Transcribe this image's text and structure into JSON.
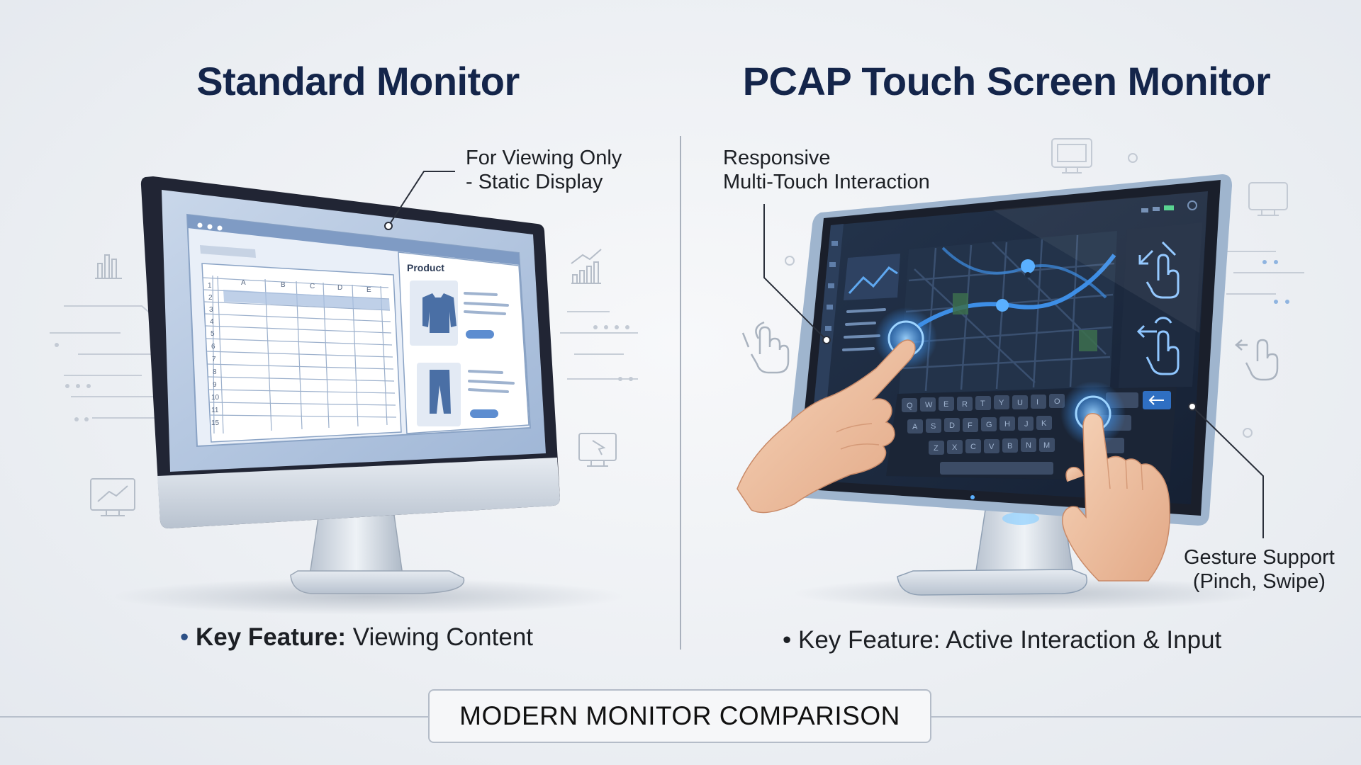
{
  "left": {
    "title": "Standard Monitor",
    "callout_line1": "For Viewing Only",
    "callout_line2": "- Static Display",
    "spreadsheet_columns": [
      "A",
      "B",
      "C",
      "D",
      "E"
    ],
    "spreadsheet_rows": [
      "1",
      "2",
      "3",
      "4",
      "5",
      "6",
      "7",
      "8",
      "9",
      "10",
      "11",
      "15"
    ],
    "panel_label": "Product",
    "feature_label": "Key Feature:",
    "feature_value": "Viewing Content",
    "bullet": "•"
  },
  "right": {
    "title": "PCAP Touch Screen Monitor",
    "callout_top_line1": "Responsive",
    "callout_top_line2": "Multi-Touch Interaction",
    "callout_bottom_line1": "Gesture Support",
    "callout_bottom_line2": "(Pinch, Swipe)",
    "keyboard_row1": [
      "Q",
      "W",
      "E",
      "R",
      "T",
      "Y",
      "U",
      "I",
      "O"
    ],
    "keyboard_row2": [
      "A",
      "S",
      "D",
      "F",
      "G",
      "H",
      "J",
      "K"
    ],
    "keyboard_row3": [
      "Z",
      "X",
      "C",
      "V",
      "B",
      "N",
      "M"
    ],
    "feature_text": "Key Feature: Active Interaction & Input",
    "bullet": "•"
  },
  "footer": {
    "label": "MODERN MONITOR COMPARISON"
  },
  "colors": {
    "title": "#14254a",
    "accent_blue": "#3d8ee6",
    "screen_dark": "#1b2a40",
    "bezel": "#1e2230"
  },
  "icons": [
    "bar-chart-icon",
    "line-chart-icon",
    "monitor-icon",
    "cursor-icon",
    "gesture-hand-icon",
    "expand-gesture-icon",
    "swipe-gesture-icon",
    "map-pin-icon"
  ]
}
